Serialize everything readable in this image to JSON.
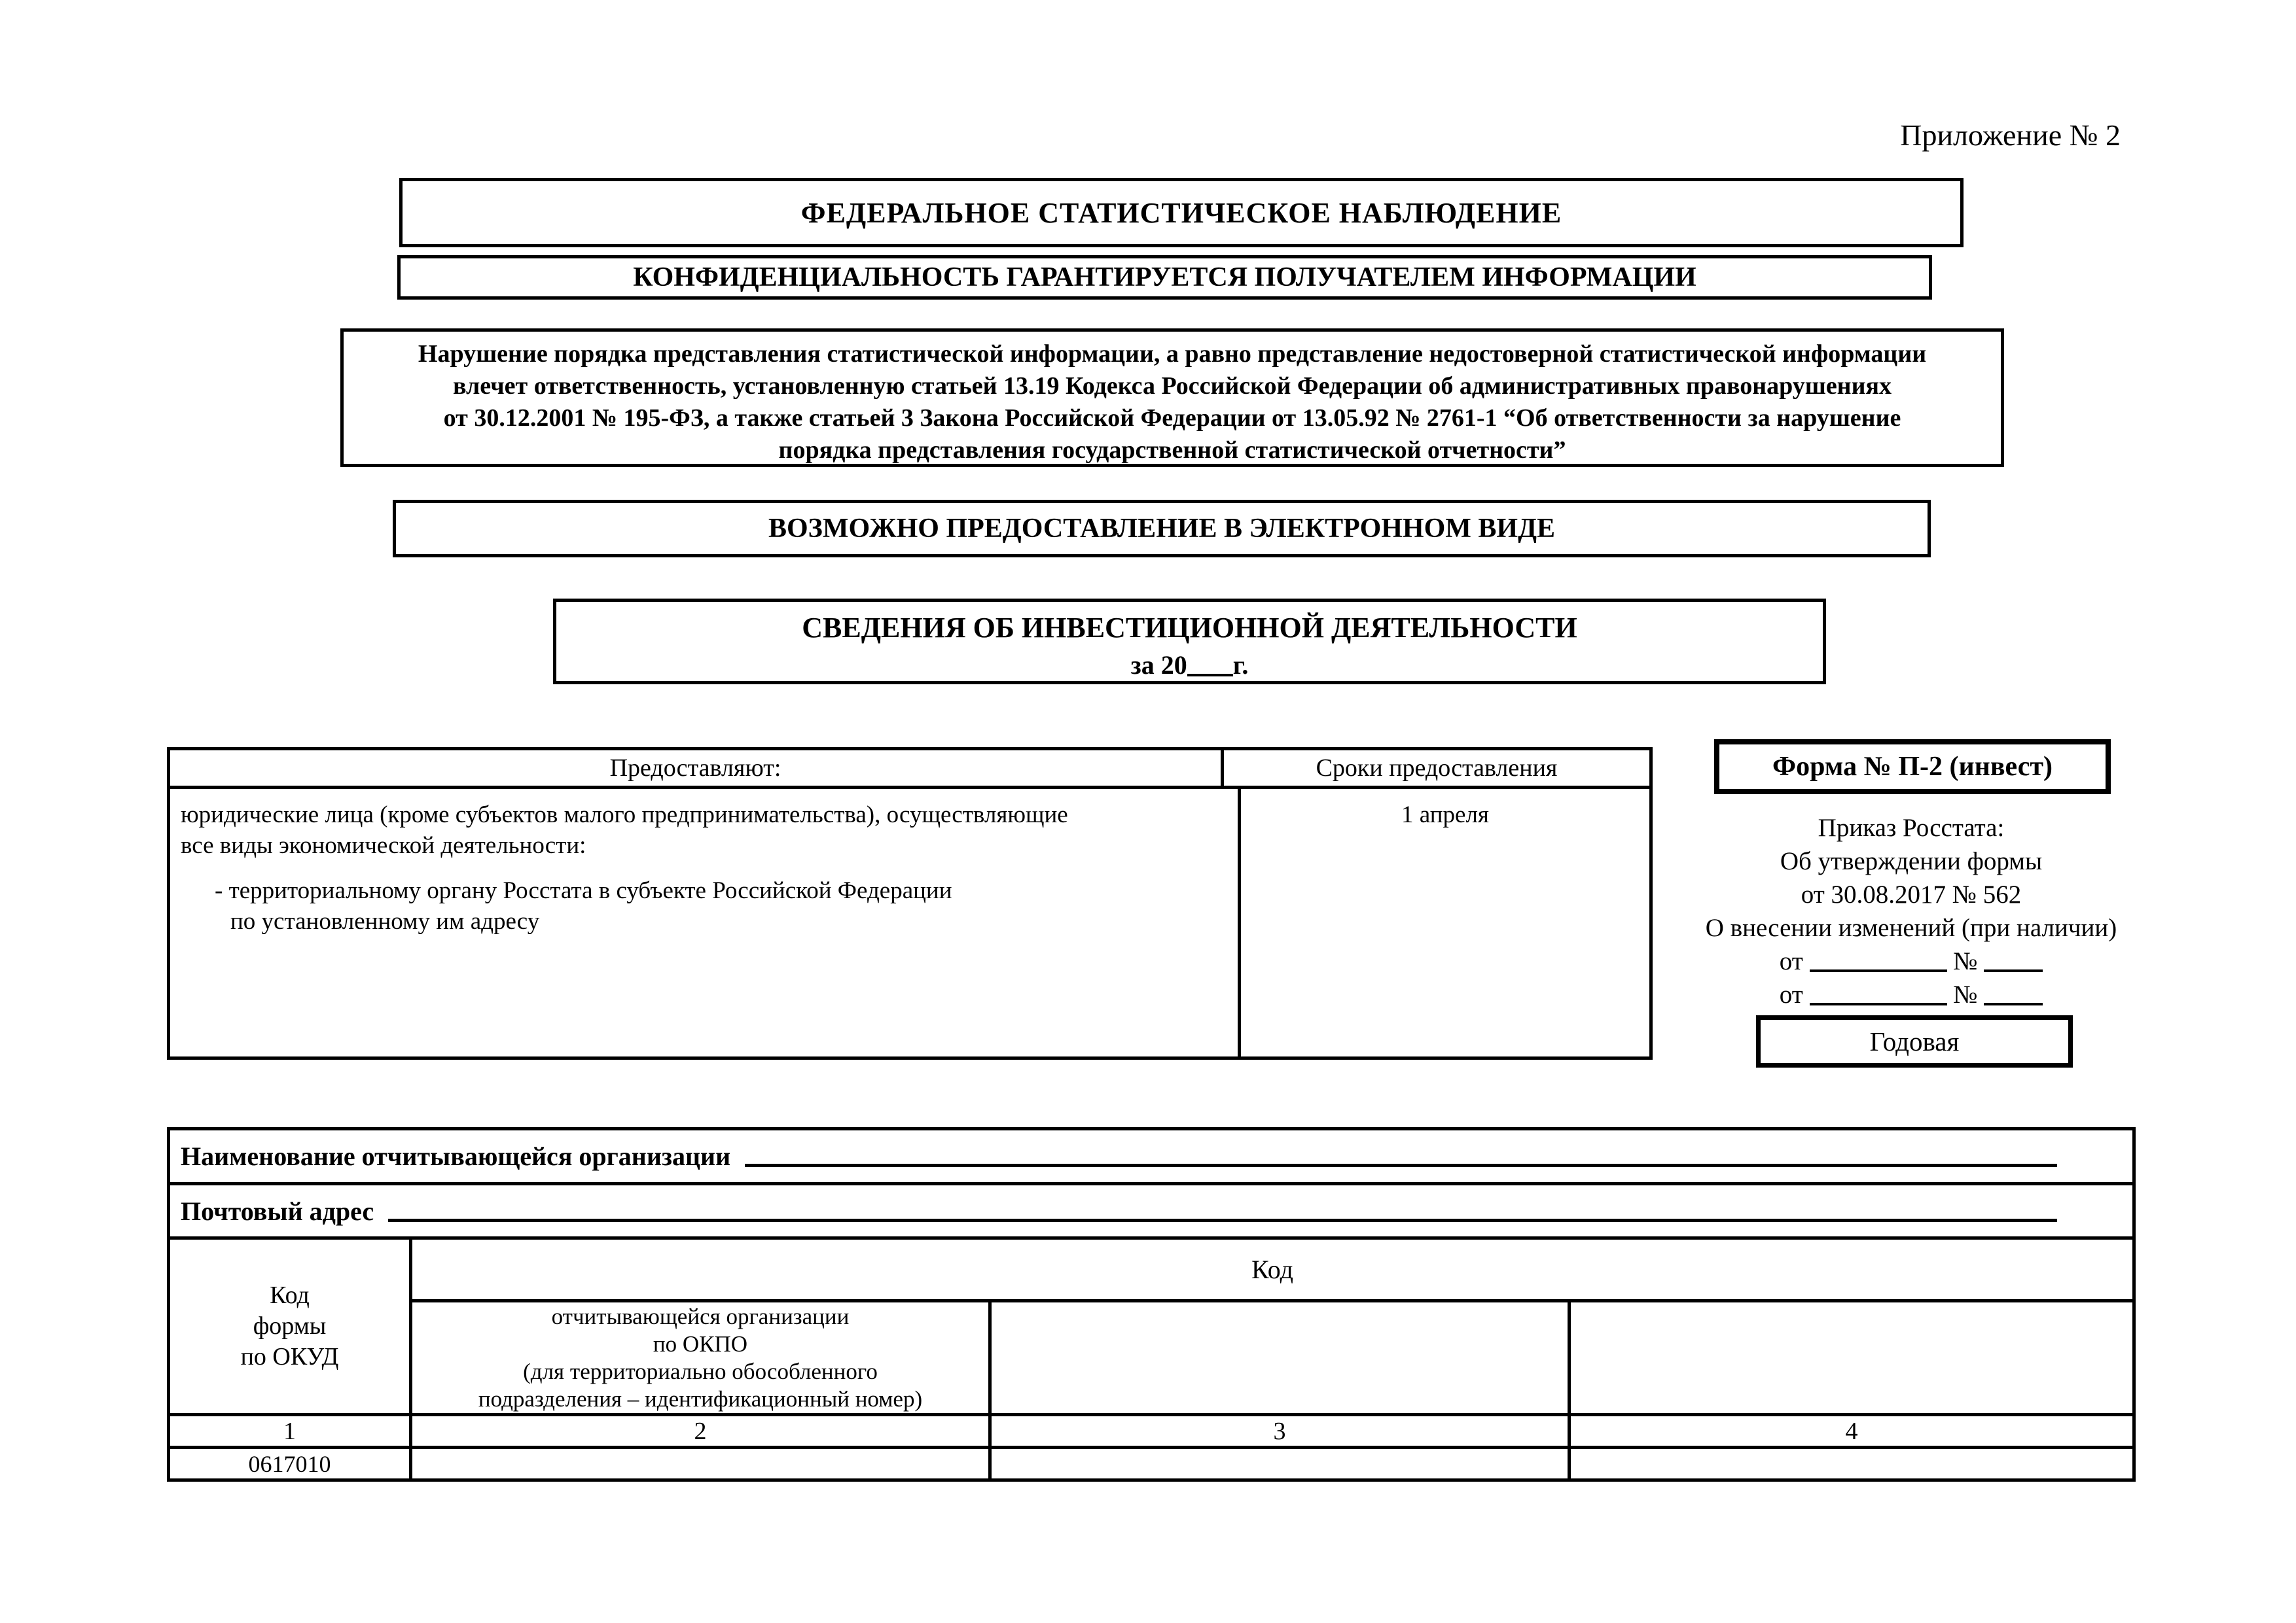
{
  "page": {
    "appendix": "Приложение № 2"
  },
  "banners": {
    "federal": "ФЕДЕРАЛЬНОЕ СТАТИСТИЧЕСКОЕ НАБЛЮДЕНИЕ",
    "confidential": "КОНФИДЕНЦИАЛЬНОСТЬ ГАРАНТИРУЕТСЯ ПОЛУЧАТЕЛЕМ ИНФОРМАЦИИ",
    "warning_lines": [
      "Нарушение порядка представления статистической информации, а равно представление недостоверной статистической информации",
      "влечет ответственность, установленную статьей 13.19 Кодекса Российской Федерации об административных правонарушениях",
      "от 30.12.2001 № 195-ФЗ, а также статьей 3 Закона Российской Федерации от 13.05.92 № 2761-1 “Об ответственности за нарушение",
      "порядка представления государственной статистической отчетности”"
    ],
    "electronic": "ВОЗМОЖНО ПРЕДОСТАВЛЕНИЕ В ЭЛЕКТРОННОМ ВИДЕ"
  },
  "title": {
    "line1": "СВЕДЕНИЯ ОБ ИНВЕСТИЦИОННОЙ ДЕЯТЕЛЬНОСТИ",
    "line2_prefix": "за 20",
    "line2_suffix": "г."
  },
  "providers": {
    "col1_header": "Предоставляют:",
    "col2_header": "Сроки предоставления",
    "body_lines": [
      "юридические лица (кроме субъектов малого предпринимательства), осуществляющие",
      "все виды экономической деятельности:",
      "- территориальному органу Росстата в субъекте Российской Федерации",
      "по установленному  им адресу"
    ],
    "deadline": "1 апреля"
  },
  "form_info": {
    "form_box": "Форма № П-2 (инвест)",
    "order_lines": [
      "Приказ Росстата:",
      "Об утверждении  формы",
      "от 30.08.2017 № 562",
      "О внесении изменений (при наличии)"
    ],
    "ot_label": "от",
    "num_label": "№",
    "period_box": "Годовая"
  },
  "org": {
    "name_label": "Наименование отчитывающейся организации",
    "address_label": "Почтовый адрес",
    "code_header": "Код",
    "okud_lines": [
      "Код",
      "формы",
      "по ОКУД"
    ],
    "okpo_lines": [
      "отчитывающейся организации",
      "по ОКПО",
      "(для территориально обособленного",
      "подразделения – идентификационный номер)"
    ],
    "column_numbers": [
      "1",
      "2",
      "3",
      "4"
    ],
    "okud_code": "0617010"
  }
}
